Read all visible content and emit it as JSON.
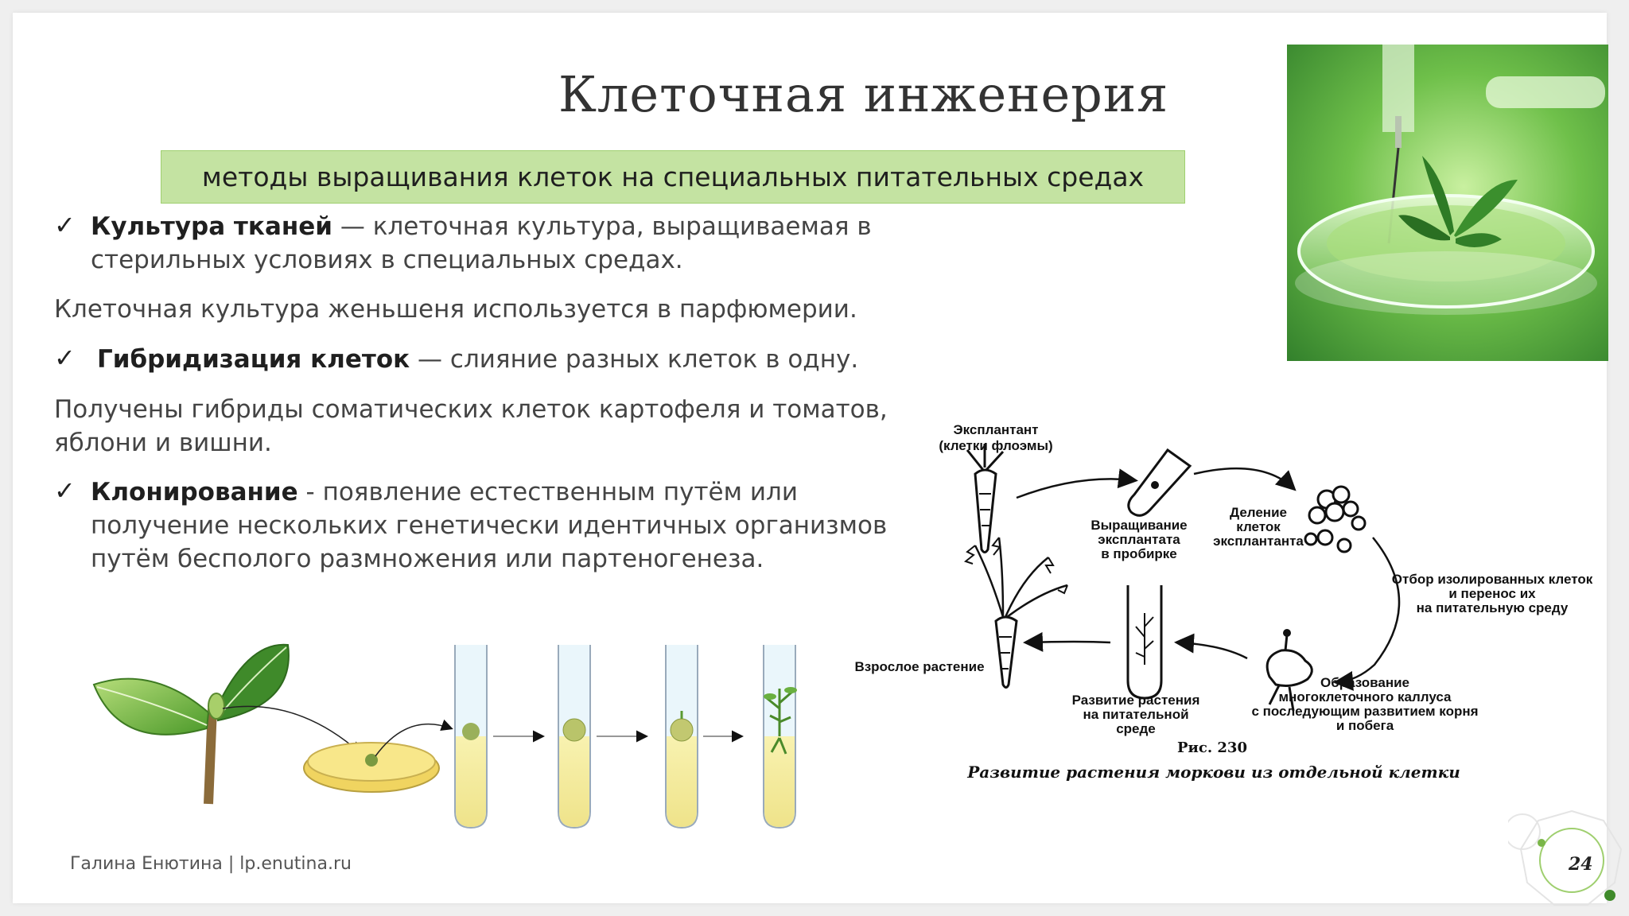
{
  "slide": {
    "title": "Клеточная инженерия",
    "banner": "методы выращивания клеток на специальных питательных средах",
    "bullet1": {
      "term": "Культура тканей",
      "line1": " — клеточная культура, выращиваемая в",
      "line2": "стерильных условиях в специальных средах."
    },
    "para1": "Клеточная культура женьшеня используется в парфюмерии.",
    "bullet2": {
      "term": "Гибридизация клеток",
      "rest": " — слияние разных клеток в одну."
    },
    "para2": {
      "line1": "Получены гибриды соматических клеток картофеля и томатов,",
      "line2": "яблони и вишни."
    },
    "bullet3": {
      "term": "Клонирование",
      "line1": " - появление естественным путём или",
      "line2": "получение нескольких генетически идентичных организмов",
      "line3": "путём бесполого размножения или партеногенеза."
    },
    "footer": "Галина Енютина | lp.enutina.ru",
    "page_number": "24"
  },
  "diagram": {
    "explant_1": "Эксплантант",
    "explant_2": "(клетки флоэмы)",
    "grow_1": "Выращивание",
    "grow_2": "эксплантата",
    "grow_3": "в пробирке",
    "div_1": "Деление",
    "div_2": "клеток",
    "div_3": "эксплантанта",
    "sel_1": "Отбор изолированных клеток",
    "sel_2": "и перенос их",
    "sel_3": "на питательную среду",
    "adult": "Взрослое растение",
    "dev_1": "Развитие растения",
    "dev_2": "на питательной",
    "dev_3": "среде",
    "callus_1": "Образование",
    "callus_2": "многоклеточного каллуса",
    "callus_3": "с последующим развитием корня",
    "callus_4": "и побега",
    "fig_label": "Рис. 230",
    "caption": "Развитие растения моркови из отдельной клетки"
  },
  "colors": {
    "banner_bg": "#c4e3a2",
    "accent_green": "#7ab648"
  }
}
